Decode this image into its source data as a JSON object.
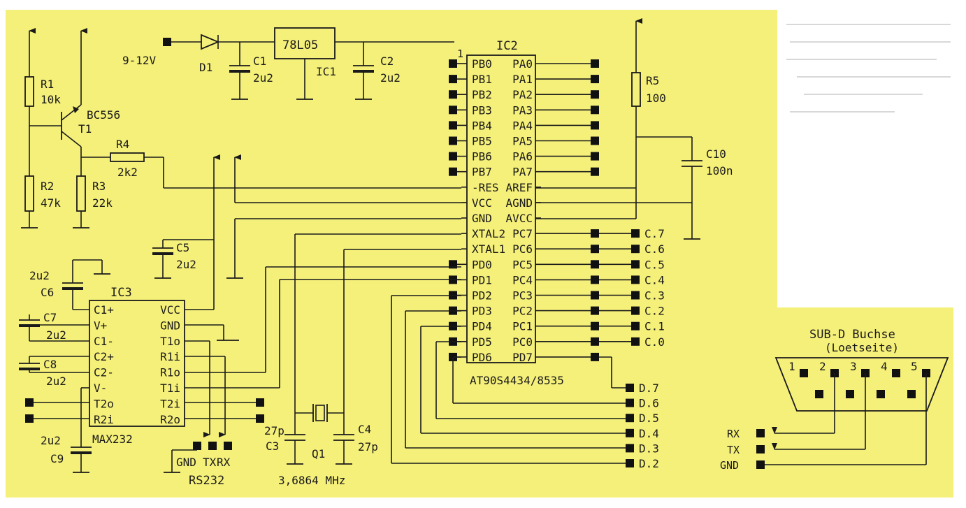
{
  "colors": {
    "panel": "#f5f07a",
    "ink": "#1a1a1a",
    "page": "#ffffff"
  },
  "power": {
    "input": "9-12V",
    "diode": "D1",
    "reg_part": "78L05",
    "reg_name": "IC1",
    "c1_name": "C1",
    "c1_val": "2u2",
    "c2_name": "C2",
    "c2_val": "2u2"
  },
  "reset": {
    "r1_name": "R1",
    "r1_val": "10k",
    "t_part": "BC556",
    "t_name": "T1",
    "r4_name": "R4",
    "r4_val": "2k2",
    "r2_name": "R2",
    "r2_val": "47k",
    "r3_name": "R3",
    "r3_val": "22k"
  },
  "mcu": {
    "name": "IC2",
    "part": "AT90S4434/8535",
    "pin1": "1",
    "left_pins": [
      "PB0",
      "PB1",
      "PB2",
      "PB3",
      "PB4",
      "PB5",
      "PB6",
      "PB7",
      "-RES",
      "VCC",
      "GND",
      "XTAL2",
      "XTAL1",
      "PD0",
      "PD1",
      "PD2",
      "PD3",
      "PD4",
      "PD5",
      "PD6"
    ],
    "right_pins": [
      "PA0",
      "PA1",
      "PA2",
      "PA3",
      "PA4",
      "PA5",
      "PA6",
      "PA7",
      "AREF",
      "AGND",
      "AVCC",
      "PC7",
      "PC6",
      "PC5",
      "PC4",
      "PC3",
      "PC2",
      "PC1",
      "PC0",
      "PD7"
    ]
  },
  "analog": {
    "r5_name": "R5",
    "r5_val": "100",
    "c10_name": "C10",
    "c10_val": "100n"
  },
  "port_c_labels": [
    "C.7",
    "C.6",
    "C.5",
    "C.4",
    "C.3",
    "C.2",
    "C.1",
    "C.0"
  ],
  "port_d_labels": [
    "D.7",
    "D.6",
    "D.5",
    "D.4",
    "D.3",
    "D.2"
  ],
  "max232": {
    "name": "IC3",
    "part": "MAX232",
    "left_pins": [
      "C1+",
      "V+",
      "C1-",
      "C2+",
      "C2-",
      "V-",
      "T2o",
      "R2i"
    ],
    "right_pins": [
      "VCC",
      "GND",
      "T1o",
      "R1i",
      "R1o",
      "T1i",
      "T2i",
      "R2o"
    ],
    "c5_name": "C5",
    "c5_val": "2u2",
    "c6_name": "C6",
    "c6_val": "2u2",
    "c7_name": "C7",
    "c7_val": "2u2",
    "c8_name": "C8",
    "c8_val": "2u2",
    "c9_name": "C9",
    "c9_val": "2u2"
  },
  "rs232": {
    "pins": [
      "GND",
      "TX",
      "RX"
    ],
    "label": "RS232"
  },
  "crystal": {
    "c3_name": "C3",
    "c3_val": "27p",
    "c4_name": "C4",
    "c4_val": "27p",
    "q_name": "Q1",
    "freq": "3,6864 MHz"
  },
  "subd": {
    "title": "SUB-D Buchse",
    "subtitle": "(Loetseite)",
    "pin_numbers": [
      "1",
      "2",
      "3",
      "4",
      "5"
    ],
    "signals": [
      "RX",
      "TX",
      "GND"
    ]
  }
}
